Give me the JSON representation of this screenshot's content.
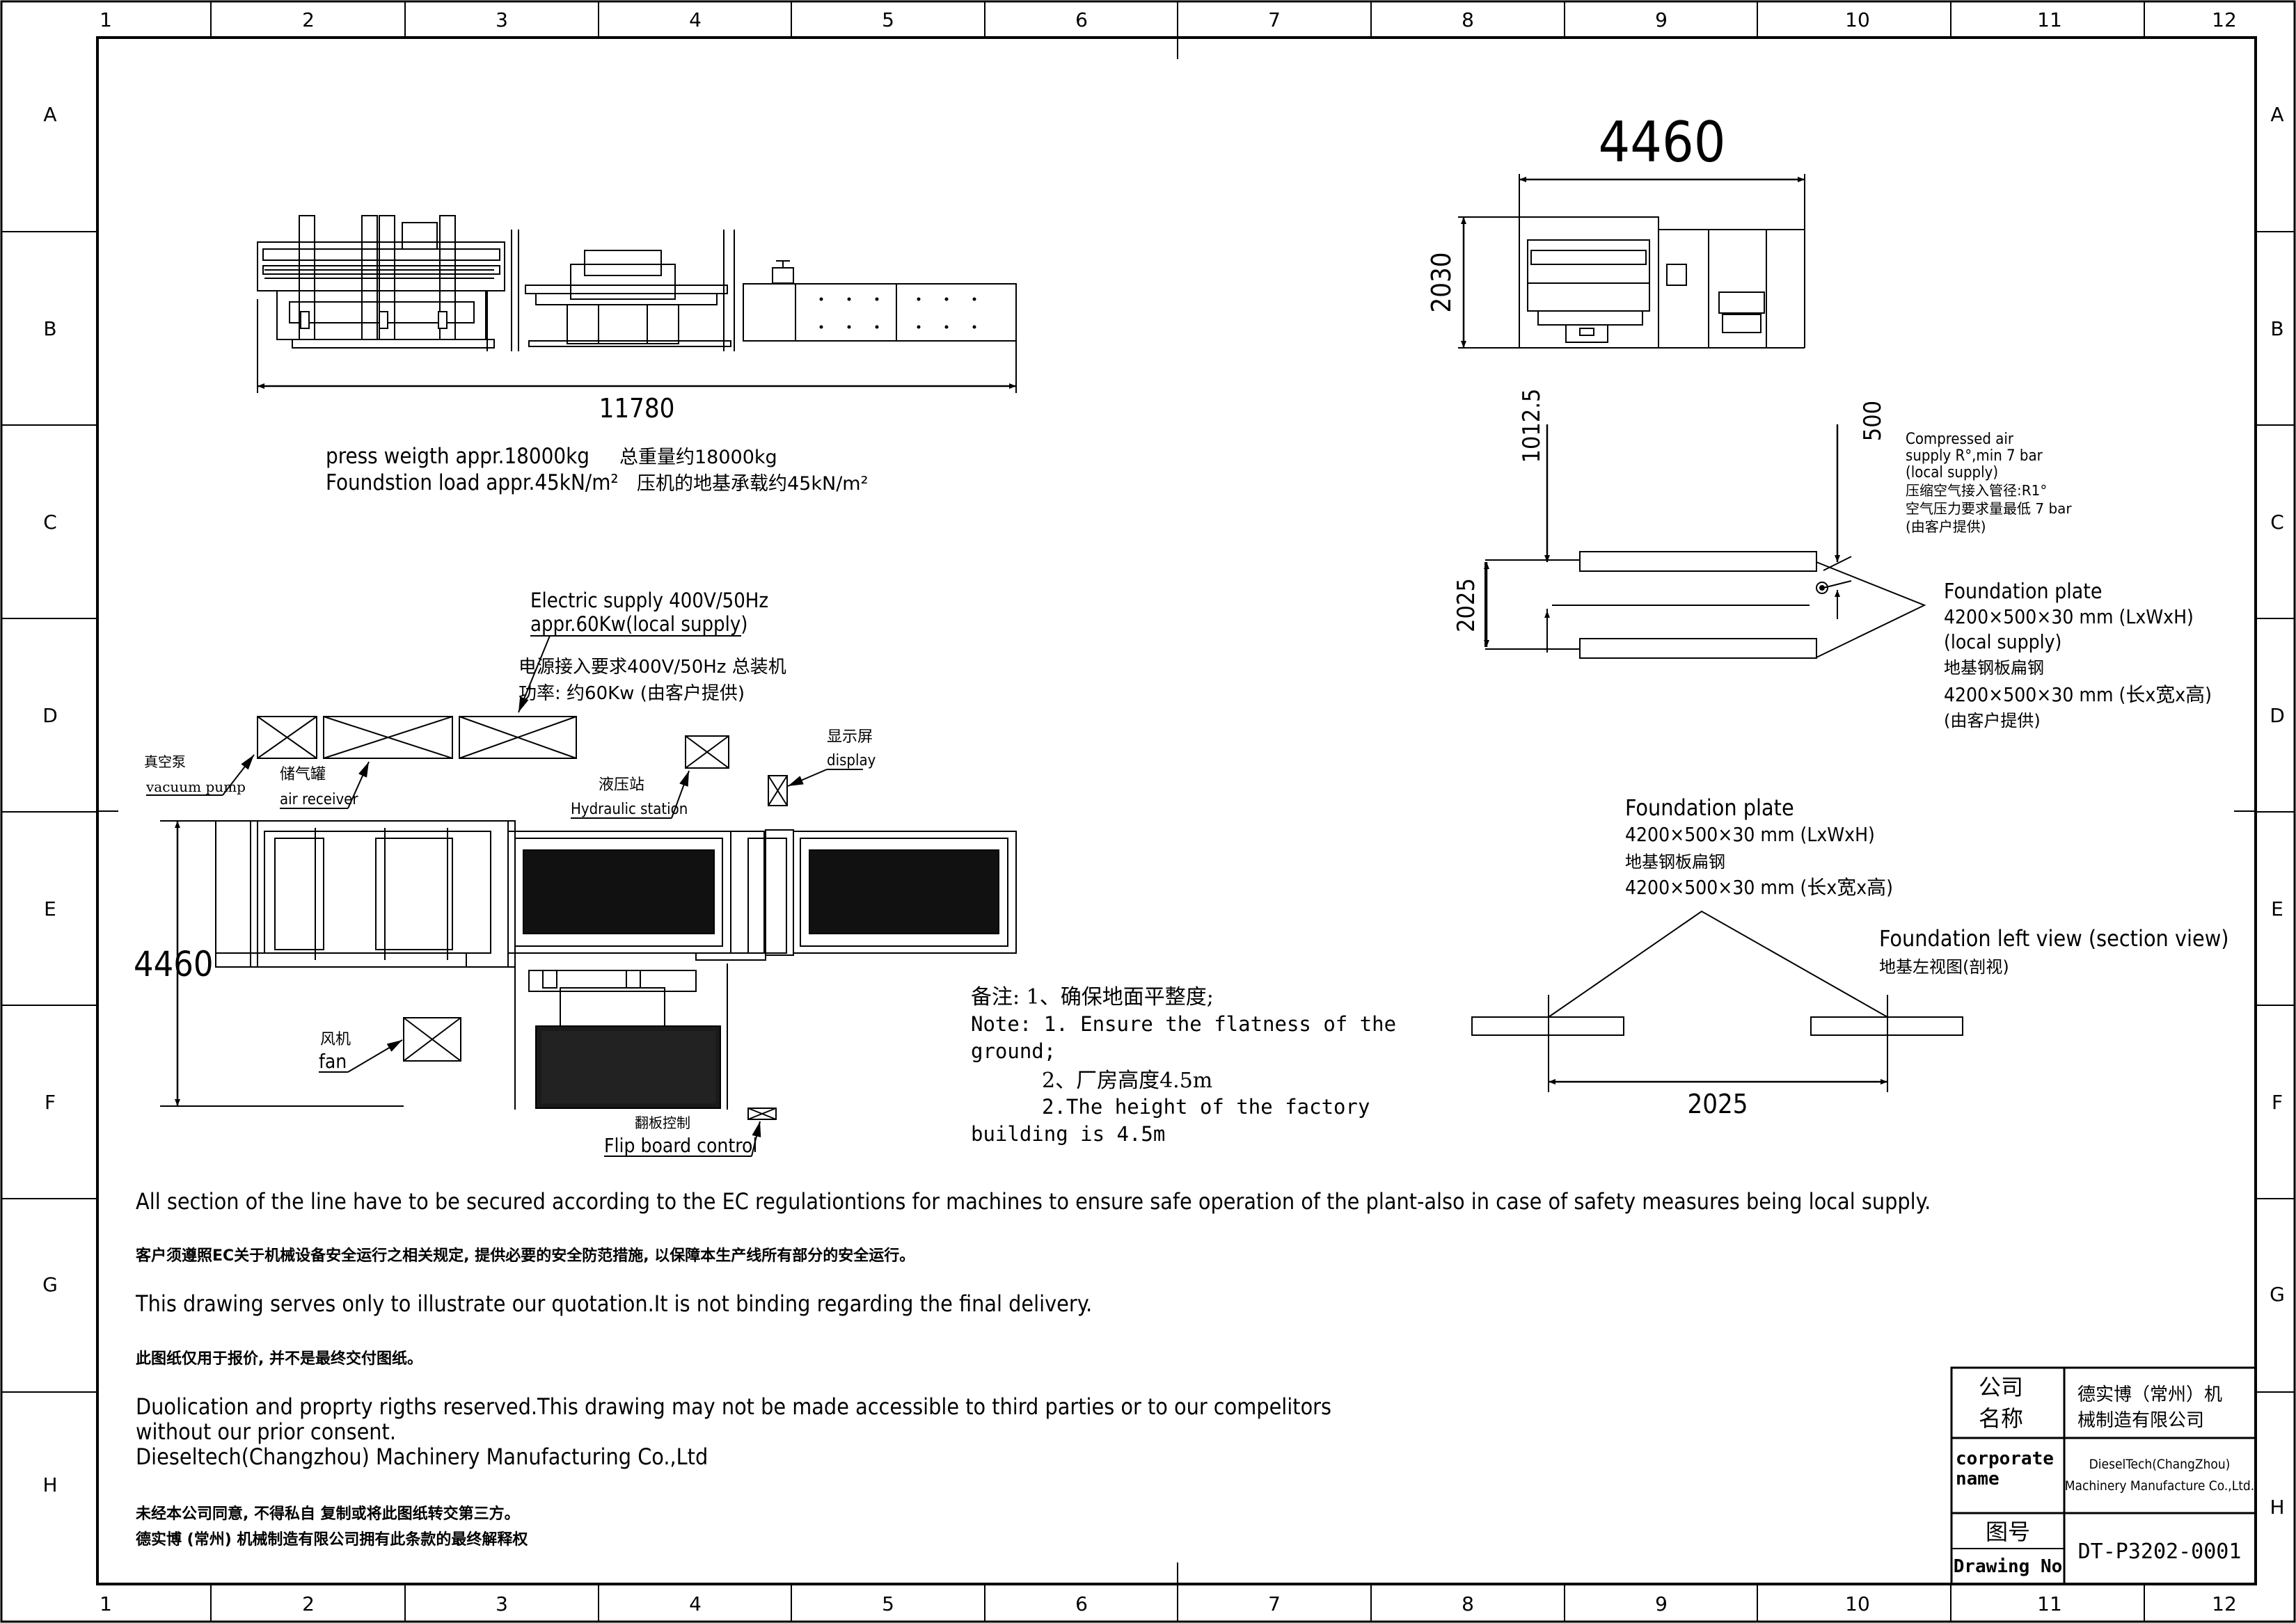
{
  "border": {
    "columns": [
      "1",
      "2",
      "3",
      "4",
      "5",
      "6",
      "7",
      "8",
      "9",
      "10",
      "11",
      "12"
    ],
    "rows": [
      "A",
      "B",
      "C",
      "D",
      "E",
      "F",
      "G",
      "H"
    ]
  },
  "side_view": {
    "length": "11780"
  },
  "front_view": {
    "width": "4460",
    "height": "2030"
  },
  "foundation_top": {
    "dim_1012": "1012.5",
    "dim_500": "500",
    "dim_2025": "2025",
    "air_supply": [
      "Compressed air",
      "supply R°,min 7 bar",
      "(local supply)",
      "压缩空气接入管径:R1°",
      "空气压力要求量最低 7 bar",
      "(由客户提供)"
    ],
    "plate_label": [
      "Foundation plate",
      "4200×500×30  mm (LxWxH)",
      "(local supply)",
      "地基钢板扁钢",
      "4200×500×30 mm (长x宽x高)",
      "(由客户提供)"
    ]
  },
  "weight_note": {
    "line1_en": "press weigth appr.18000kg",
    "line1_cn": "总重量约18000kg",
    "line2_en": "Foundstion load appr.45kN/m²",
    "line2_cn": "压机的地基承载约45kN/m²"
  },
  "electric": {
    "line1": "Electric   supply   400V/50Hz",
    "line2": "appr.60Kw(local   supply)",
    "line3": "电源接入要求400V/50Hz  总装机",
    "line4": "功率: 约60Kw (由客户提供)"
  },
  "plan_labels": {
    "vacuum_cn": "真空泵",
    "vacuum_en": "vacuum pump",
    "air_cn": "储气罐",
    "air_en": "air receiver",
    "hyd_cn": "液压站",
    "hyd_en": "Hydraulic station",
    "disp_cn": "显示屏",
    "disp_en": "display",
    "fan_cn": "风机",
    "fan_en": "fan",
    "flip_cn": "翻板控制",
    "flip_en": "Flip board control",
    "width": "4460"
  },
  "remarks": {
    "line1": "备注: 1、确保地面平整度;",
    "line2": "Note: 1. Ensure the flatness of the",
    "line3": "ground;",
    "line4": "2、厂房高度4.5m",
    "line5": "2.The height of the factory",
    "line6": "building is 4.5m"
  },
  "foundation_section": {
    "title1": "Foundation plate",
    "title2": "4200×500×30  mm (LxWxH)",
    "title3": "地基钢板扁钢",
    "title4": "4200×500×30 mm (长x宽x高)",
    "view_en": "Foundation left view (section view)",
    "view_cn": "地基左视图(剖视)",
    "dim": "2025"
  },
  "notes": {
    "n1": "All section of the line have to be secured according to the EC regulationtions for machines to ensure safe operation of the plant-also in case of safety measures being local supply.",
    "n1_cn": "客户须遵照EC关于机械设备安全运行之相关规定, 提供必要的安全防范措施, 以保障本生产线所有部分的安全运行。",
    "n2": "This drawing serves only to illustrate our quotation.It is not binding regarding the final delivery.",
    "n2_cn": "此图纸仅用于报价, 并不是最终交付图纸。",
    "n3a": "Duolication and proprty rigths reserved.This drawing may not be made accessible to third parties or to our compelitors",
    "n3b": "without our prior consent.",
    "n3c": "Dieseltech(Changzhou) Machinery Manufacturing Co.,Ltd",
    "n4_cn": "未经本公司同意, 不得私自 复制或将此图纸转交第三方。",
    "n5_cn": "德实博 (常州) 机械制造有限公司拥有此条款的最终解释权"
  },
  "title_block": {
    "company_label_1": "公司",
    "company_label_2": "名称",
    "company_cn_1": "德实博（常州）机",
    "company_cn_2": "械制造有限公司",
    "corp_label_1": "corporate",
    "corp_label_2": "name",
    "corp_en_1": "DieselTech(ChangZhou)",
    "corp_en_2": "Machinery Manufacture Co.,Ltd.",
    "drawing_label_cn": "图号",
    "drawing_label_en": "Drawing No",
    "drawing_no": "DT-P3202-0001"
  }
}
